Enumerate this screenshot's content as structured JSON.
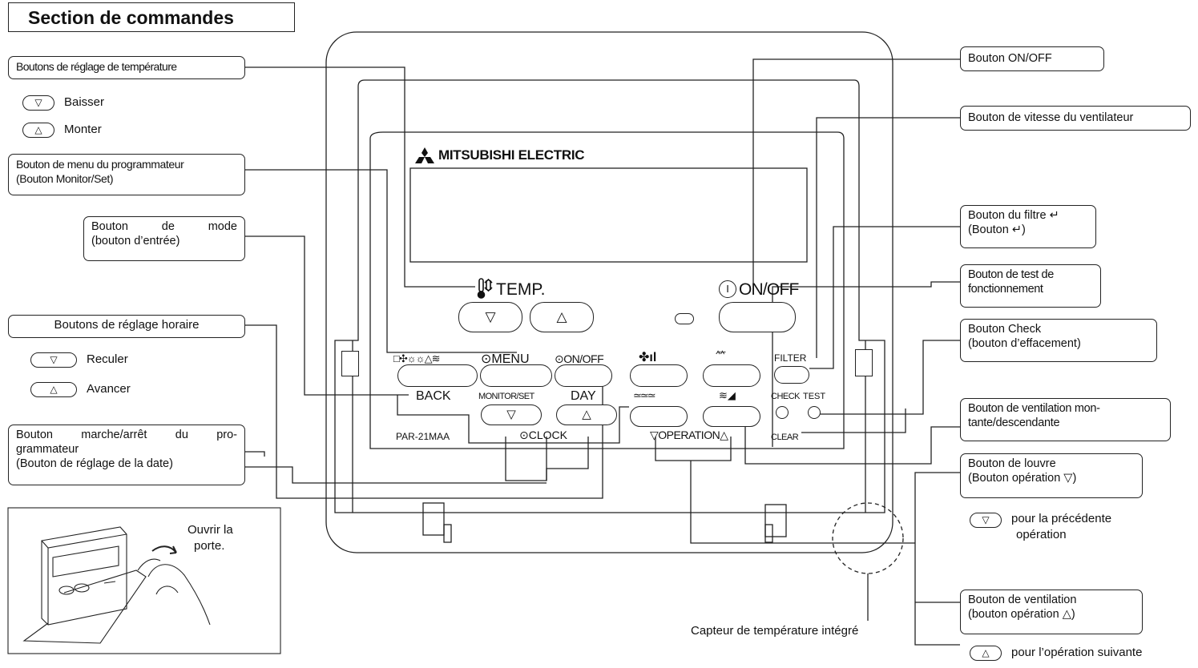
{
  "title": "Section de commandes",
  "remote": {
    "brand": "MITSUBISHI ELECTRIC",
    "model": "PAR-21MAA",
    "temp_label": "TEMP.",
    "onoff_label": "ON/OFF",
    "menu_label": "MENU",
    "timer_onoff_label": "ON/OFF",
    "back_label": "BACK",
    "monitor_set_label": "MONITOR/SET",
    "day_label": "DAY",
    "clock_label": "CLOCK",
    "operation_label": "OPERATION",
    "filter_label": "FILTER",
    "check_label": "CHECK",
    "test_label": "TEST",
    "clear_label": "CLEAR",
    "down_glyph": "▽",
    "up_glyph": "△",
    "timer_glyph": "⊙",
    "power_glyph": "I"
  },
  "labels": {
    "temp_buttons": "Boutons de réglage de température",
    "temp_down": "Baisser",
    "temp_up": "Monter",
    "timer_menu_line1": "Bouton de menu du programmateur",
    "timer_menu_line2": "(Bouton Monitor/Set)",
    "mode_line1": "Bouton de mode",
    "mode_line2": "(bouton d’entrée)",
    "time_buttons": "Boutons de réglage horaire",
    "time_back": "Reculer",
    "time_forward": "Avancer",
    "timer_onoff_line1": "Bouton marche/arrêt du pro-",
    "timer_onoff_line2": "grammateur",
    "timer_onoff_line3": "(Bouton de réglage de la date)",
    "door_line1": "Ouvrir la",
    "door_line2": "porte.",
    "onoff_button": "Bouton ON/OFF",
    "fan_speed": "Bouton de vitesse du ventilateur",
    "filter_line1": "Bouton du filtre ↵",
    "filter_line2": "(Bouton ↵)",
    "test_line1": "Bouton de test de",
    "test_line2": "fonctionnement",
    "check_line1": "Bouton Check",
    "check_line2": "(bouton d’effacement)",
    "airflow_line1": "Bouton de ventilation mon-",
    "airflow_line2": "tante/descendante",
    "louver_line1": "Bouton de louvre",
    "louver_line2": "(Bouton opération ▽)",
    "prev_op_line1": "pour la précédente",
    "prev_op_line2": "opération",
    "vent_line1": "Bouton de ventilation",
    "vent_line2": "(bouton opération △)",
    "next_op": "pour l’opération suivante",
    "sensor": "Capteur de température intégré"
  }
}
